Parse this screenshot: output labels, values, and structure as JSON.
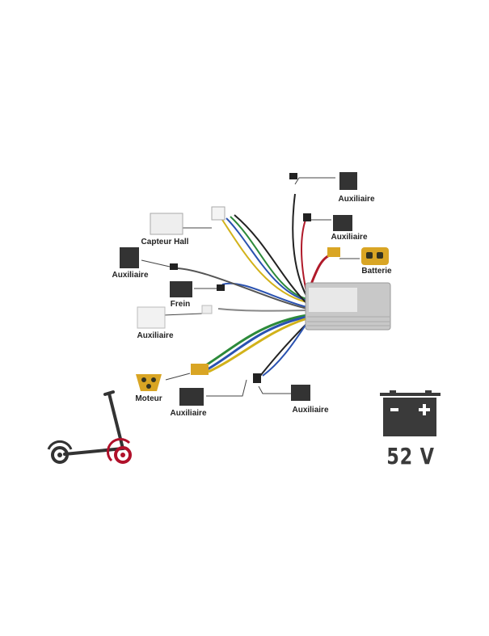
{
  "labels": {
    "aux_top": "Auxiliaire",
    "aux_right_upper": "Auxiliaire",
    "battery": "Batterie",
    "hall_sensor": "Capteur Hall",
    "aux_left_upper": "Auxiliaire",
    "brake": "Frein",
    "aux_left_white": "Auxiliaire",
    "motor": "Moteur",
    "aux_bottom_left": "Auxiliaire",
    "aux_bottom_right": "Auxiliaire"
  },
  "battery_icon": {
    "voltage": "52 V",
    "color": "#3a3a3a"
  },
  "colors": {
    "scooter_wheel_accent": "#b0102a",
    "connector_yellow": "#d9a524",
    "controller": "#c8c8c8"
  }
}
